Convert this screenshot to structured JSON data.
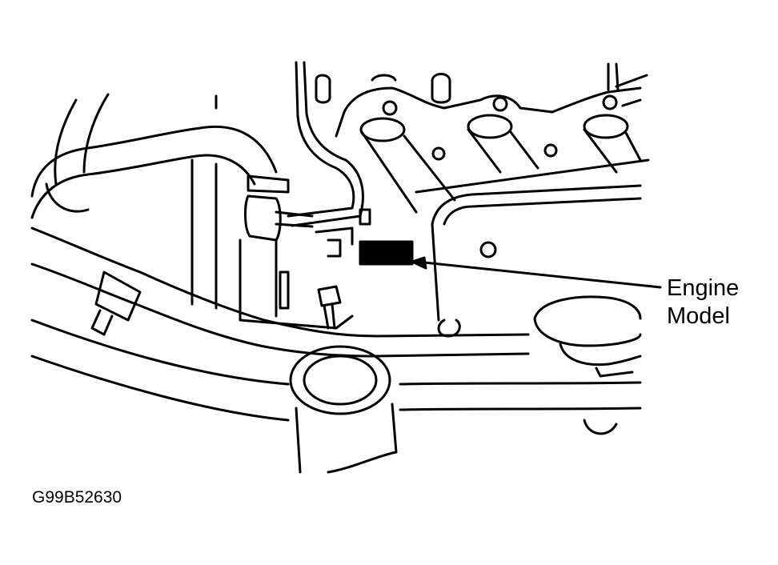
{
  "diagram": {
    "callout": {
      "line1": "Engine",
      "line2": "Model"
    },
    "figure_id": "G99B52630",
    "colors": {
      "ink": "#000000",
      "paper": "#ffffff"
    }
  }
}
